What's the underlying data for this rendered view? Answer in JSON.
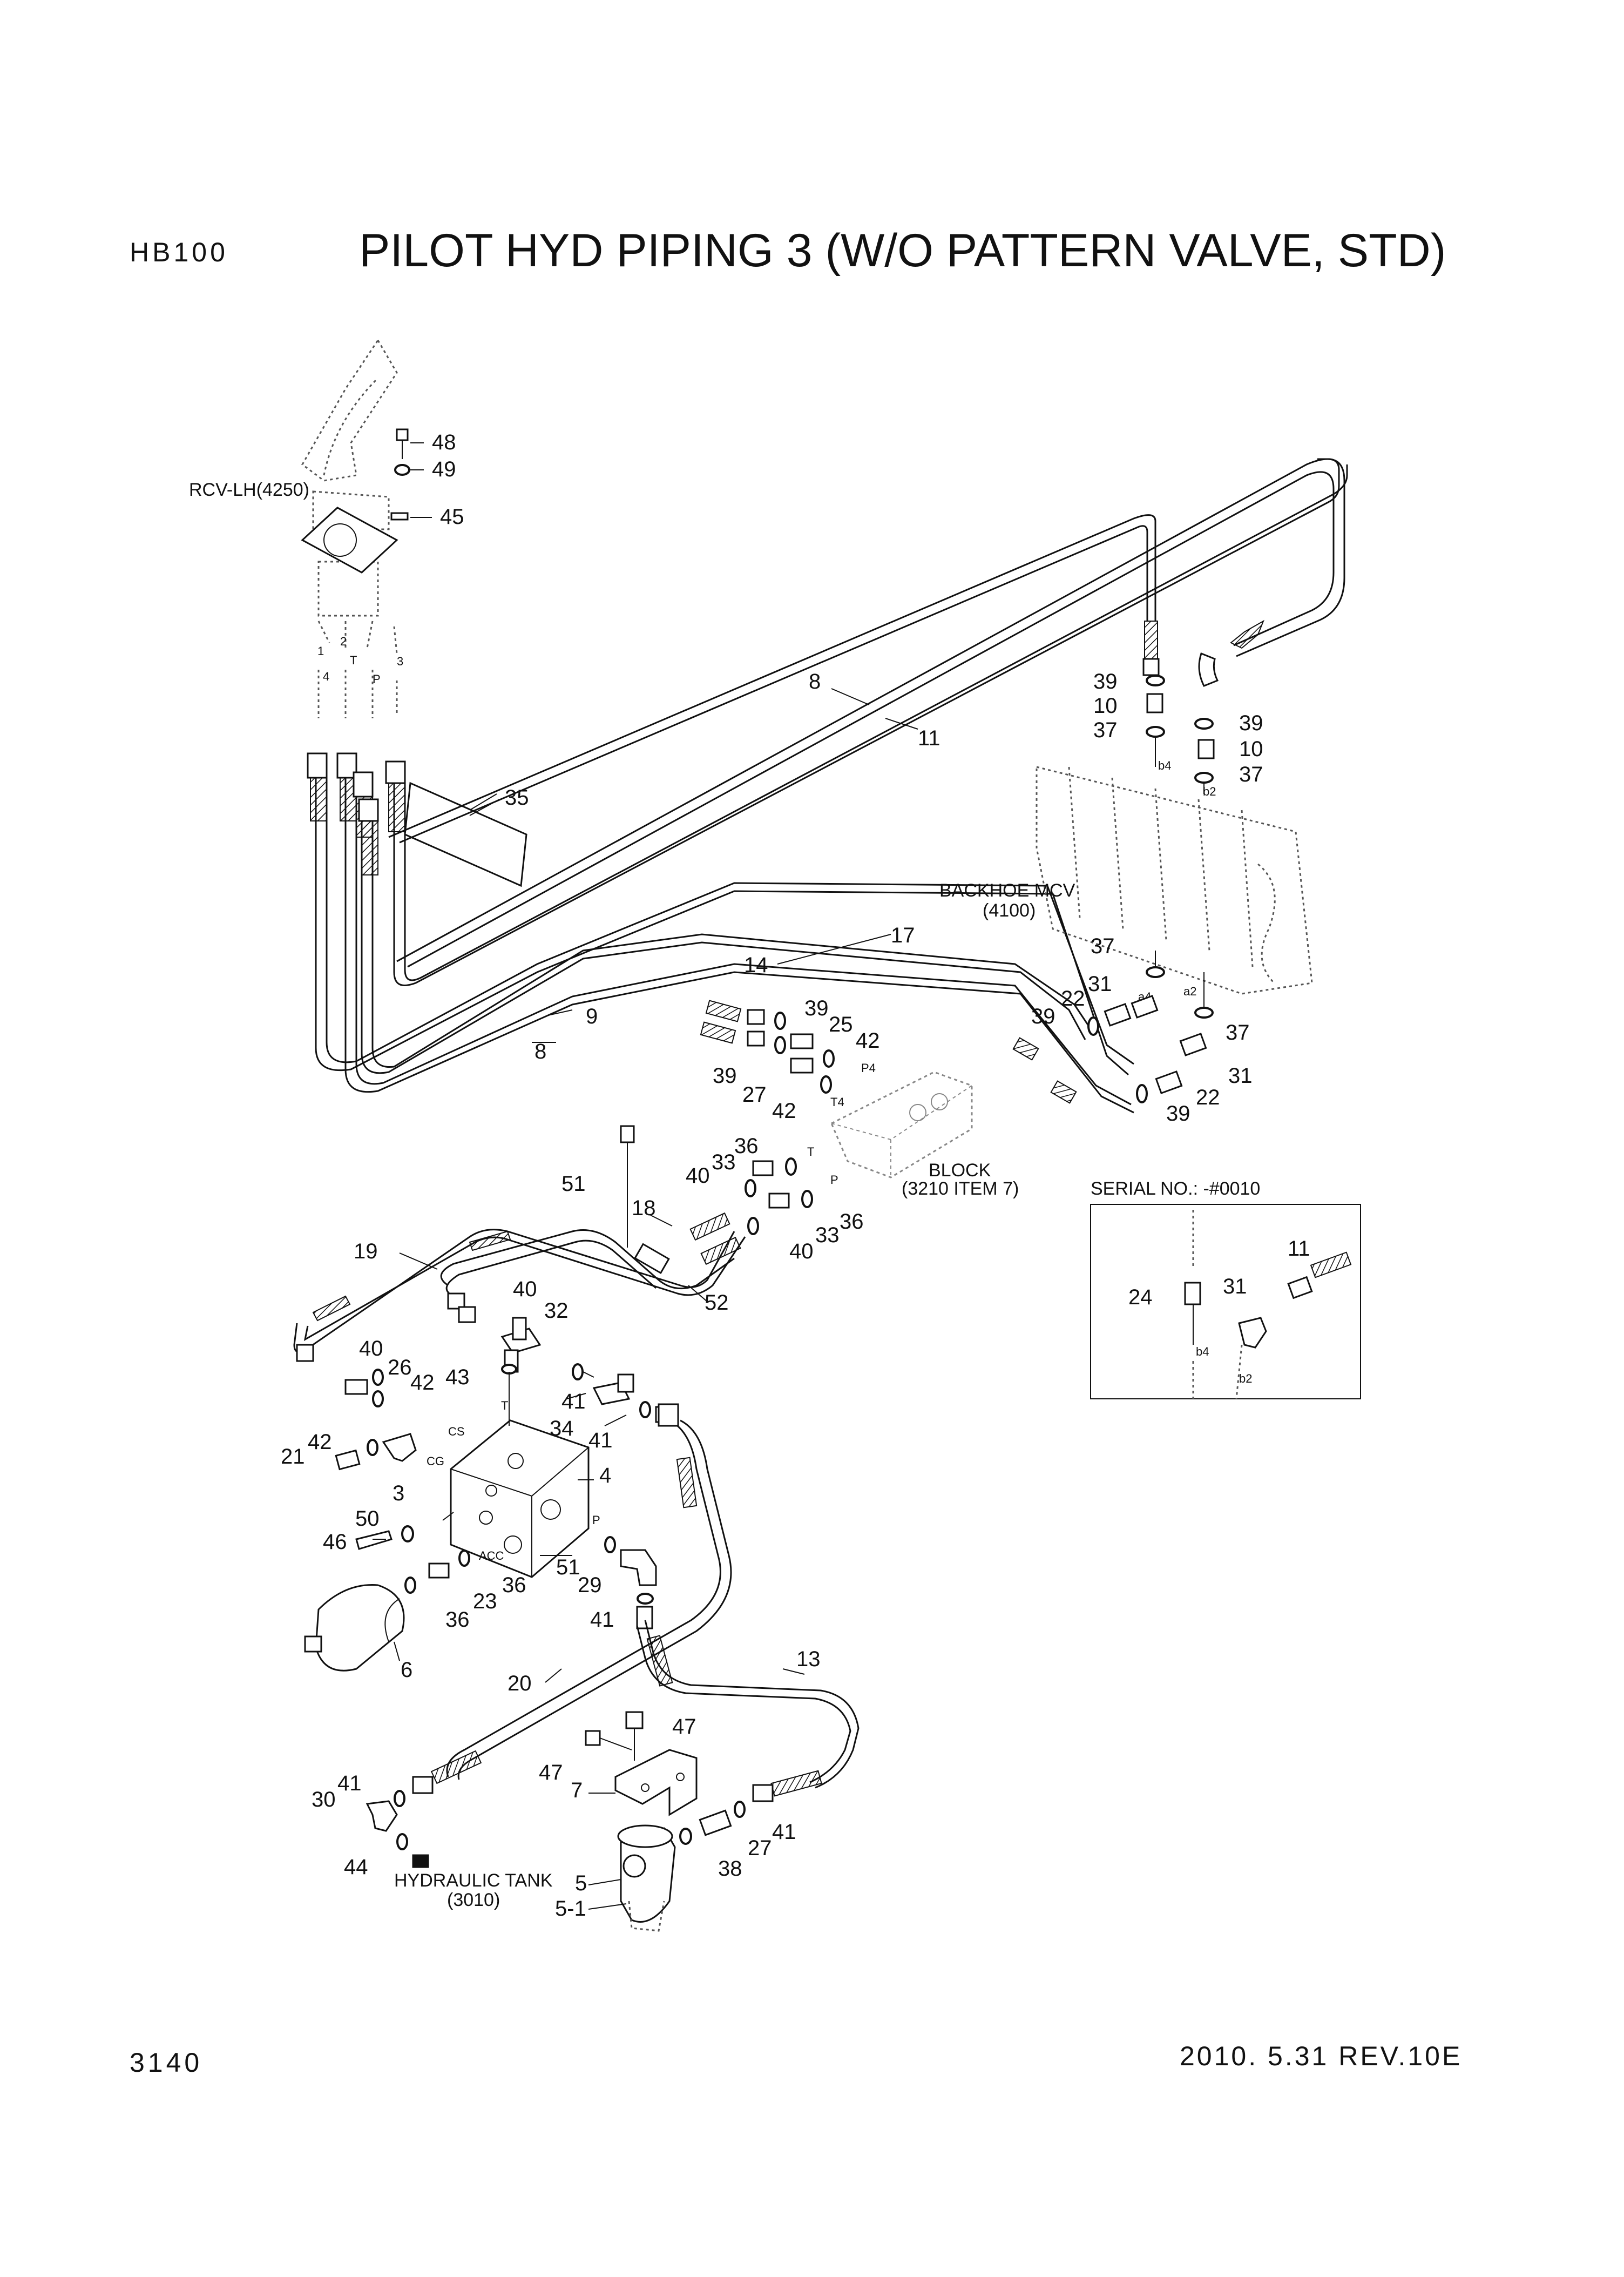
{
  "header": {
    "model": "HB100",
    "title": "PILOT HYD PIPING 3 (W/O PATTERN VALVE, STD)"
  },
  "footer": {
    "page_number": "3140",
    "revision": "2010. 5.31  REV.10E"
  },
  "components": {
    "rcv": "RCV-LH(4250)",
    "mcv_line1": "BACKHOE MCV",
    "mcv_line2": "(4100)",
    "block_line1": "BLOCK",
    "block_line2": "(3210 ITEM 7)",
    "tank_line1": "HYDRAULIC TANK",
    "tank_line2": "(3010)"
  },
  "inset": {
    "title": "SERIAL NO.: -#0010",
    "callouts": [
      "11",
      "24",
      "31"
    ],
    "ports": [
      "b4",
      "b2"
    ]
  },
  "ports": {
    "rcv": [
      "1",
      "2",
      "4",
      "T",
      "P",
      "3"
    ],
    "mcv": [
      "b4",
      "b2",
      "a4",
      "a2"
    ],
    "block": [
      "P4",
      "T4",
      "T",
      "P"
    ],
    "manifold": [
      "CS",
      "CG",
      "T",
      "P",
      "ACC"
    ]
  },
  "callouts": [
    "48",
    "49",
    "45",
    "35",
    "8",
    "11",
    "39",
    "10",
    "37",
    "39",
    "10",
    "37",
    "37",
    "31",
    "22",
    "39",
    "37",
    "31",
    "22",
    "39",
    "17",
    "14",
    "9",
    "8",
    "39",
    "25",
    "42",
    "39",
    "27",
    "42",
    "36",
    "33",
    "40",
    "51",
    "18",
    "36",
    "33",
    "40",
    "19",
    "52",
    "40",
    "32",
    "40",
    "26",
    "42",
    "43",
    "41",
    "34",
    "41",
    "42",
    "21",
    "3",
    "4",
    "50",
    "46",
    "51",
    "29",
    "23",
    "36",
    "36",
    "41",
    "6",
    "20",
    "13",
    "47",
    "47",
    "7",
    "41",
    "30",
    "44",
    "5",
    "5-1",
    "38",
    "27",
    "41"
  ]
}
